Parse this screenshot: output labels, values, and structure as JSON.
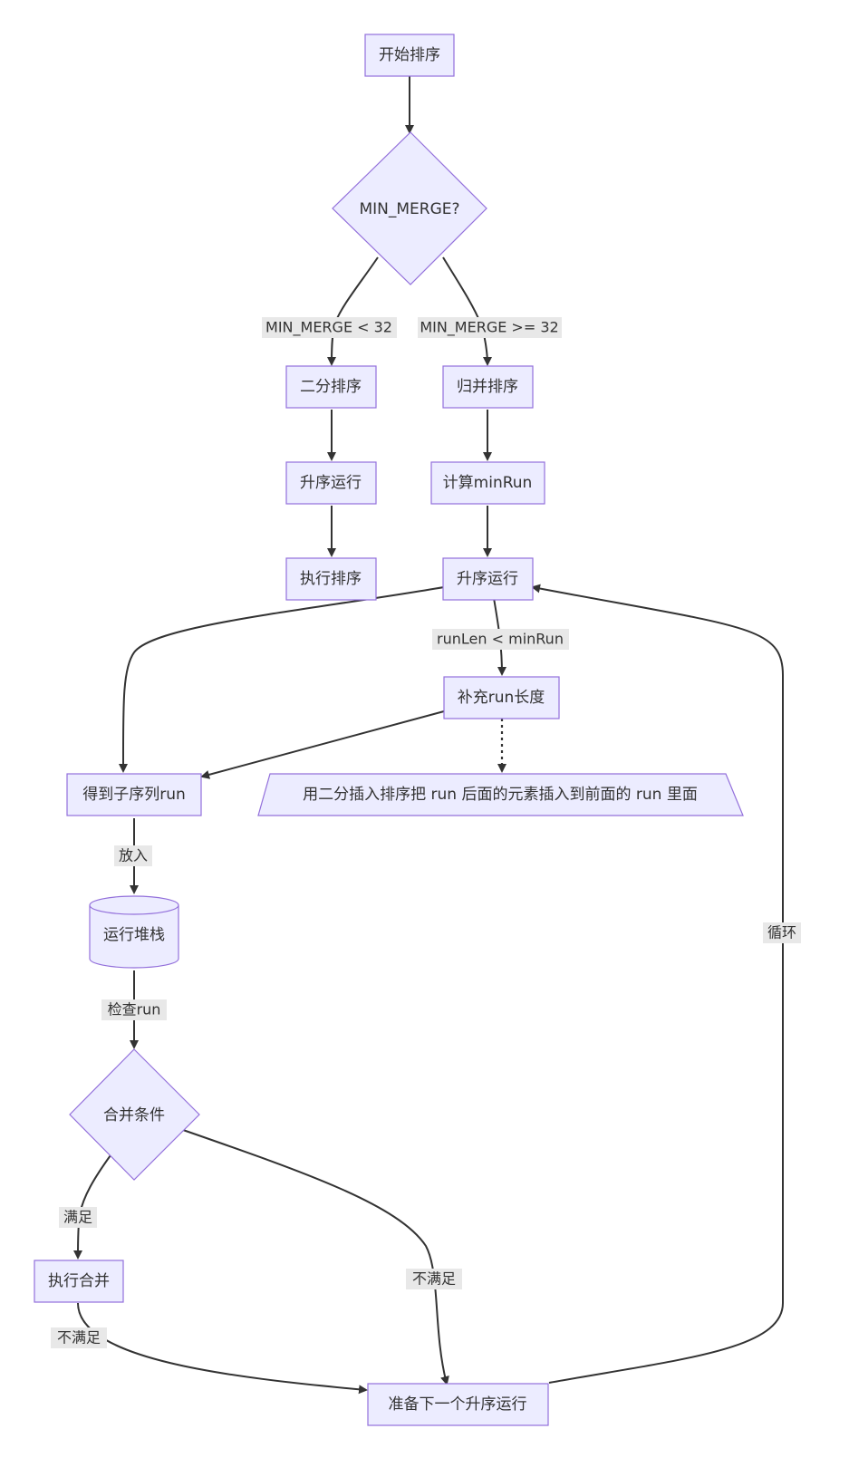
{
  "nodes": {
    "start": "开始排序",
    "decision_merge": "MIN_MERGE?",
    "binary_sort": "二分排序",
    "merge_sort": "归并排序",
    "asc_run_left": "升序运行",
    "compute_minrun": "计算minRun",
    "exec_sort": "执行排序",
    "asc_run_right": "升序运行",
    "extend_run": "补充run长度",
    "get_run": "得到子序列run",
    "note": "用二分插入排序把 run 后面的元素插入到前面的 run 里面",
    "run_stack": "运行堆栈",
    "merge_condition": "合并条件",
    "do_merge": "执行合并",
    "next_run": "准备下一个升序运行"
  },
  "edge_labels": {
    "lt32": "MIN_MERGE < 32",
    "ge32": "MIN_MERGE >= 32",
    "runlen": "runLen < minRun",
    "push": "放入",
    "check": "检查run",
    "satisfied": "满足",
    "not_satisfied_right": "不满足",
    "not_satisfied_left": "不满足",
    "loop": "循环"
  },
  "colors": {
    "node_fill": "#ececff",
    "node_stroke": "#9370db",
    "edge": "#333333",
    "label_bg": "#e8e8e8"
  }
}
